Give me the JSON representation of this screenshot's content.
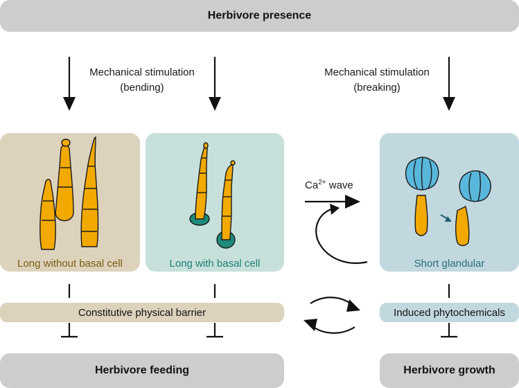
{
  "top_bar": {
    "label": "Herbivore presence"
  },
  "stimuli": {
    "bending": {
      "line1": "Mechanical stimulation",
      "line2": "(bending)"
    },
    "breaking": {
      "line1": "Mechanical stimulation",
      "line2": "(breaking)"
    }
  },
  "trichomes": {
    "long_without": {
      "label": "Long without basal cell",
      "bg": "#ddd3bd",
      "text_color": "#7a5a10"
    },
    "long_with": {
      "label": "Long with basal cell",
      "bg": "#c7e0db",
      "text_color": "#1e7f73"
    },
    "short_glandular": {
      "label": "Short glandular",
      "bg": "#c1d8de",
      "text_color": "#2a6d7f"
    }
  },
  "calcium": {
    "base": "Ca",
    "sup": "2+",
    "rest": " wave"
  },
  "defenses": {
    "physical": "Constitutive physical barrier",
    "chemical": "Induced phytochemicals"
  },
  "outcomes": {
    "feeding": "Herbivore feeding",
    "growth": "Herbivore growth"
  },
  "colors": {
    "cell_fill": "#f2a900",
    "basal_fill": "#1e8a7a",
    "gland_fill": "#5ab7dc",
    "bar_grey": "#cdcdcd",
    "physical_pill": "#ddd3bd",
    "chemical_pill": "#c1d8de"
  }
}
